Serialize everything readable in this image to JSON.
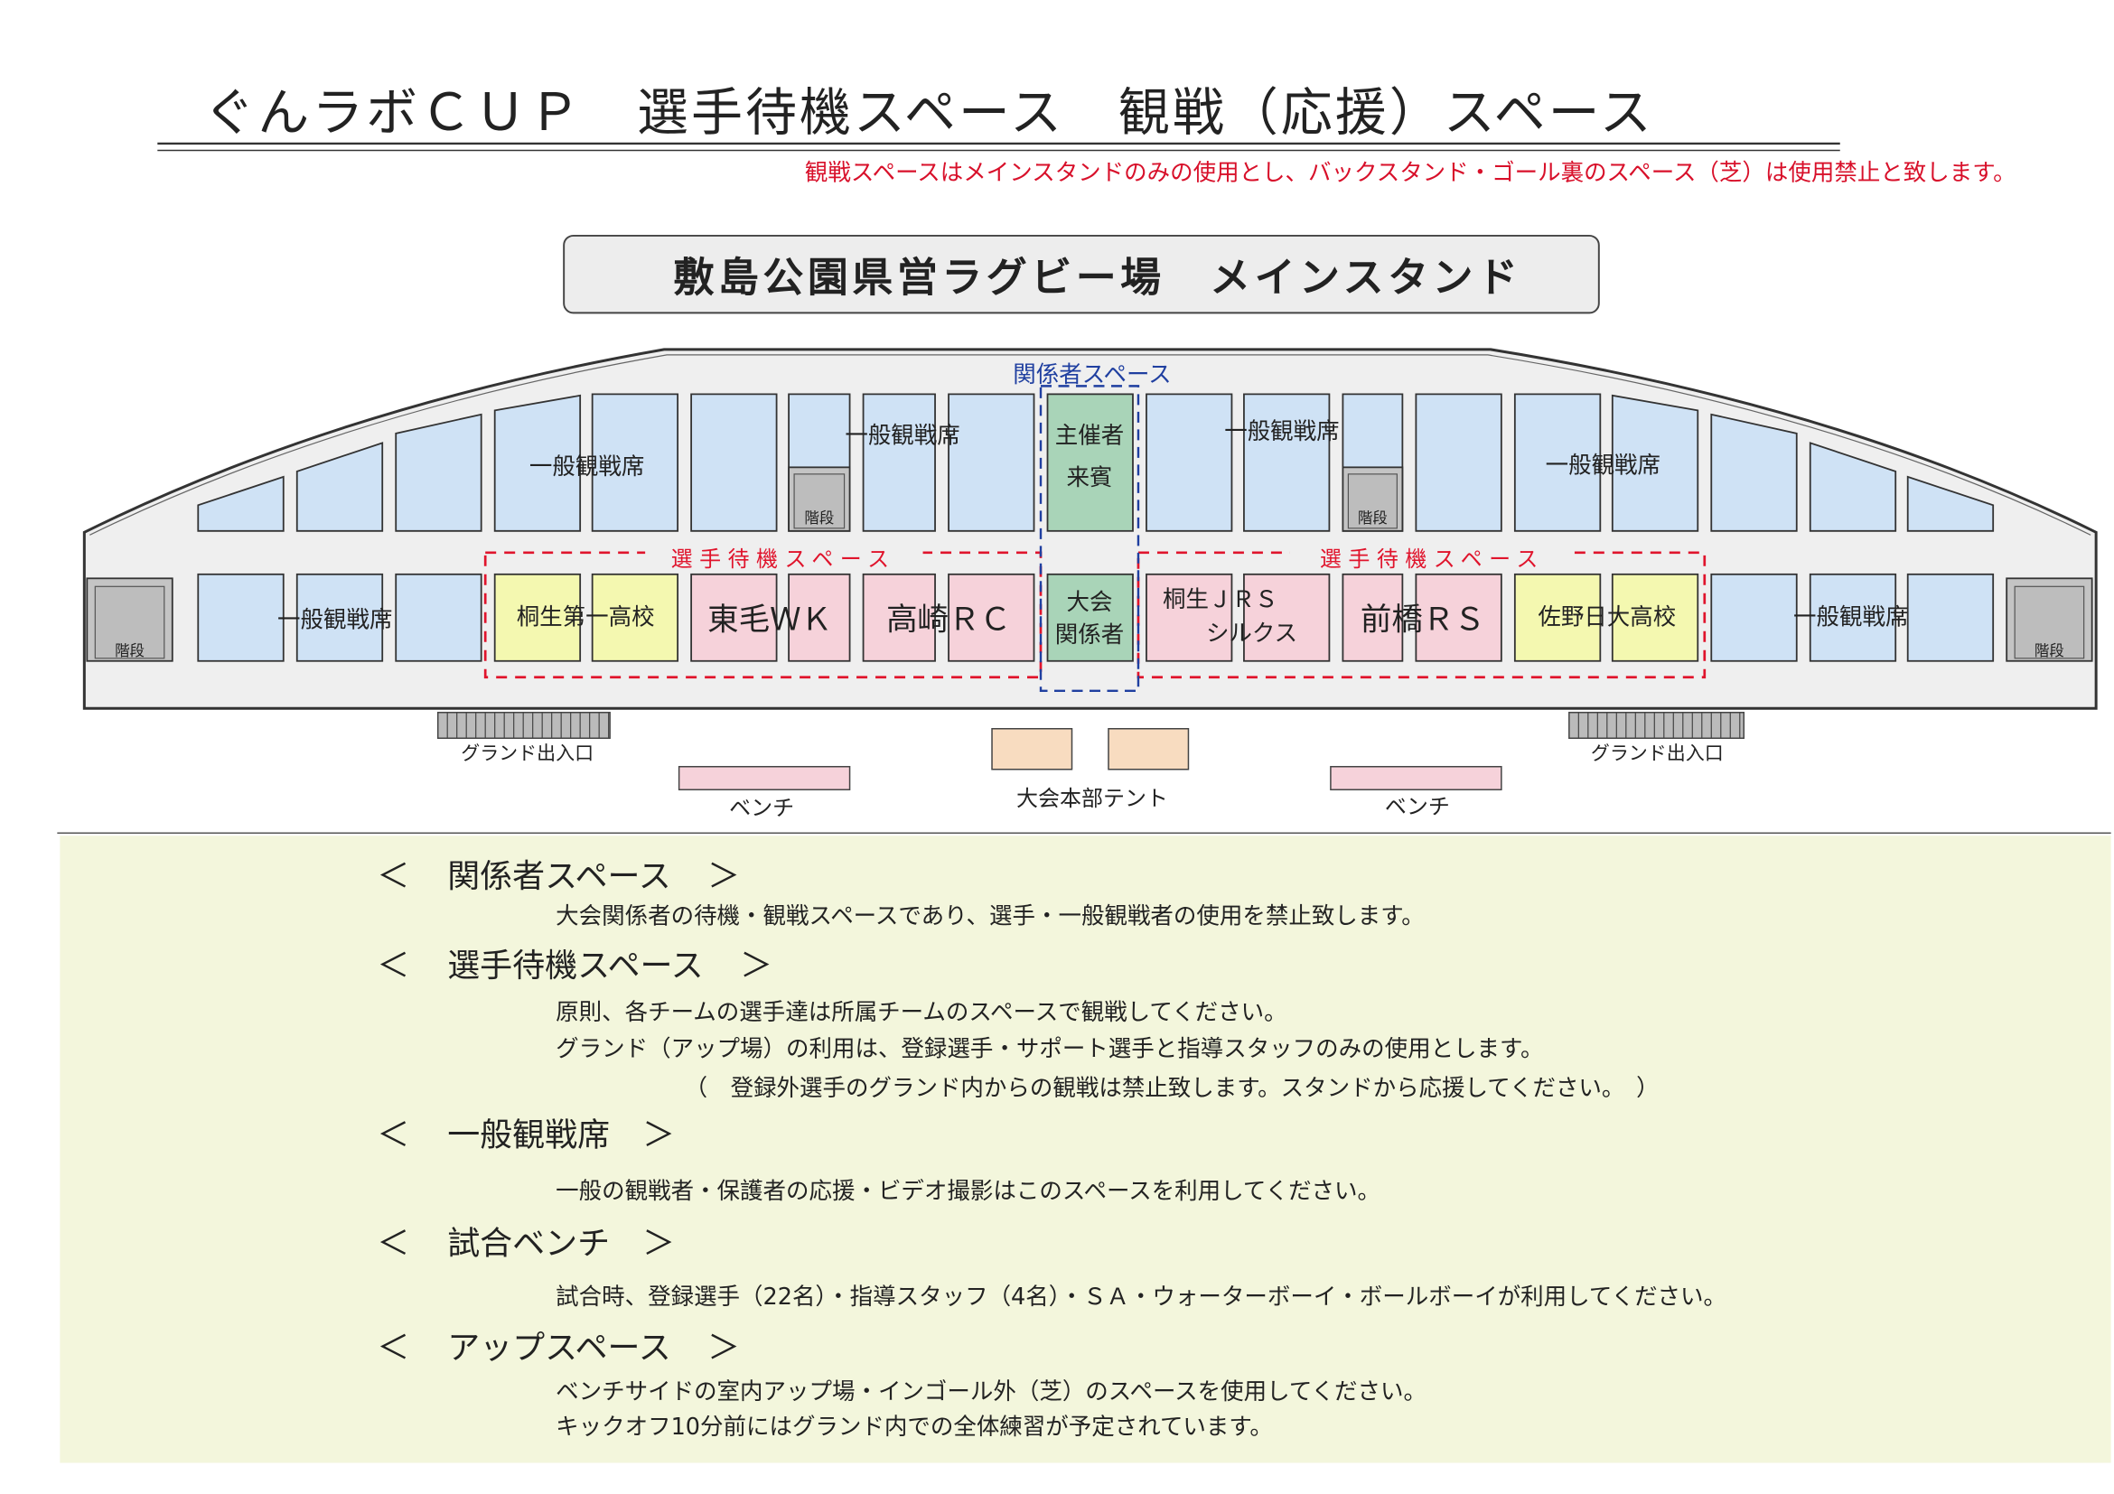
{
  "title": "ぐんラボＣＵＰ　選手待機スペース　観戦（応援）スペース",
  "notice": "観戦スペースはメインスタンドのみの使用とし、バックスタンド・ゴール裏のスペース（芝）は使用禁止と致します。",
  "stand_title": "敷島公園県営ラグビー場　メインスタンド",
  "colors": {
    "general": "#cfe2f5",
    "team_yellow": "#f4f8b0",
    "team_pink": "#f6d2da",
    "staff": "#a9d4b8",
    "stairs": "#c4c4c4",
    "player_zone": "#e0142c",
    "staff_zone": "#1f3fa0",
    "panel": "#f3f6dc"
  },
  "stadium": {
    "staff_zone_label": "関係者スペース",
    "player_zone_label": "選手待機スペース",
    "general_seat": "一般観戦席",
    "stairs": "階段",
    "host_guest": [
      "主催者",
      "来賓"
    ],
    "officials": [
      "大会",
      "関係者"
    ],
    "teams": {
      "kiryu_daiichi": "桐生第一高校",
      "toumou_wk": "東毛ＷＫ",
      "takasaki_rc": "高崎ＲＣ",
      "kiryu_jrs": [
        "桐生ＪＲＳ",
        "シルクス"
      ],
      "maebashi_rs": "前橋ＲＳ",
      "sano_nichidai": "佐野日大高校"
    },
    "ground_entrance": "グランド出入口",
    "bench": "ベンチ",
    "hq_tent": "大会本部テント"
  },
  "sections": [
    {
      "heading": "関係者スペース",
      "lines": [
        "大会関係者の待機・観戦スペースであり、選手・一般観戦者の使用を禁止致します。"
      ]
    },
    {
      "heading": "選手待機スペース",
      "lines": [
        "原則、各チームの選手達は所属チームのスペースで観戦してください。",
        "グランド（アップ場）の利用は、登録選手・サポート選手と指導スタッフのみの使用とします。",
        "（　登録外選手のグランド内からの観戦は禁止致します。スタンドから応援してください。　）"
      ]
    },
    {
      "heading": "一般観戦席",
      "lines": [
        "一般の観戦者・保護者の応援・ビデオ撮影はこのスペースを利用してください。"
      ]
    },
    {
      "heading": "試合ベンチ",
      "lines": [
        "試合時、登録選手（22名）・指導スタッフ（4名）・ＳＡ・ウォーターボーイ・ボールボーイが利用してください。"
      ]
    },
    {
      "heading": "アップスペース",
      "lines": [
        "ベンチサイドの室内アップ場・インゴール外（芝）のスペースを使用してください。",
        "キックオフ10分前にはグランド内での全体練習が予定されています。"
      ]
    }
  ]
}
